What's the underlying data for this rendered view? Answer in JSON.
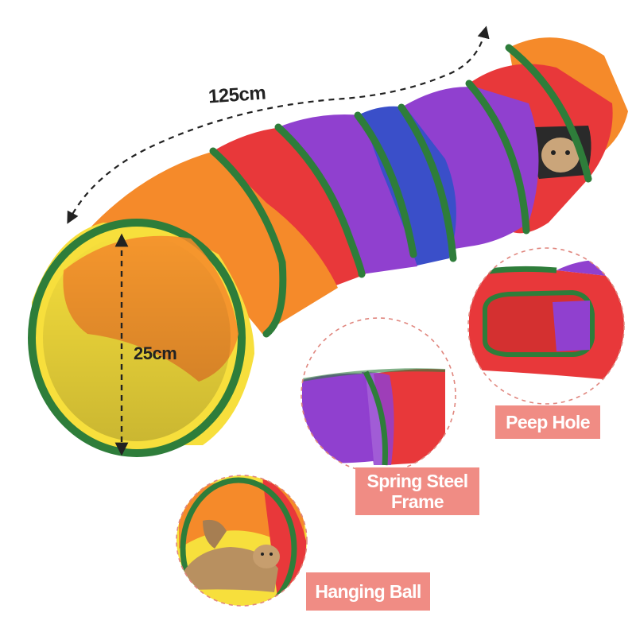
{
  "image": {
    "description_type": "product-photo",
    "colors": {
      "yellow": "#f7df3c",
      "orange": "#f58a2a",
      "red": "#e8383a",
      "purple": "#9040cf",
      "blue": "#3a4fc9",
      "rim_green": "#2e7d3a",
      "tag_pink": "#f08c84",
      "dashed_circle": "#e0867e"
    }
  },
  "dimensions": {
    "length": "125cm",
    "diameter": "25cm"
  },
  "callouts": {
    "peep_hole": "Peep Hole",
    "spring_frame_line1": "Spring Steel",
    "spring_frame_line2": "Frame",
    "hanging_ball": "Hanging Ball"
  }
}
